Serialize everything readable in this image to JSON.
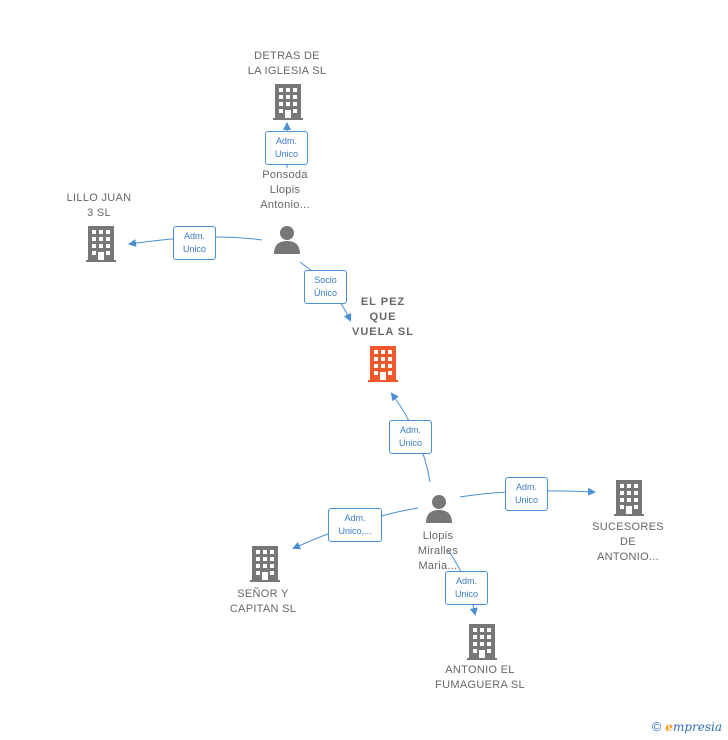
{
  "colors": {
    "edge": "#4a8fd4",
    "company": "#777777",
    "main_company": "#f05a2b",
    "person": "#777777"
  },
  "nodes": {
    "detras": {
      "lines": [
        "DETRAS DE",
        "LA IGLESIA SL"
      ],
      "icon": "building-icon"
    },
    "lillo": {
      "lines": [
        "LILLO JUAN",
        "3 SL"
      ],
      "icon": "building-icon"
    },
    "ponsoda": {
      "lines": [
        "Ponsoda",
        "Llopis",
        "Antonio..."
      ],
      "icon": "person-icon"
    },
    "elpez": {
      "lines": [
        "EL PEZ",
        "QUE",
        "VUELA SL"
      ],
      "icon": "building-icon"
    },
    "llopis": {
      "lines": [
        "Llopis",
        "Miralles",
        "Maria..."
      ],
      "icon": "person-icon"
    },
    "sucesores": {
      "lines": [
        "SUCESORES",
        "DE",
        "ANTONIO..."
      ],
      "icon": "building-icon"
    },
    "senor": {
      "lines": [
        "SEÑOR Y",
        "CAPITAN SL"
      ],
      "icon": "building-icon"
    },
    "fumaguera": {
      "lines": [
        "ANTONIO EL",
        "FUMAGUERA SL"
      ],
      "icon": "building-icon"
    }
  },
  "edges": {
    "e1": {
      "lines": [
        "Adm.",
        "Unico"
      ]
    },
    "e2": {
      "lines": [
        "Adm.",
        "Unico"
      ]
    },
    "e3": {
      "lines": [
        "Socio",
        "Único"
      ]
    },
    "e4": {
      "lines": [
        "Adm.",
        "Unico"
      ]
    },
    "e5": {
      "lines": [
        "Adm.",
        "Unico"
      ]
    },
    "e6": {
      "lines": [
        "Adm.",
        "Unico,..."
      ]
    },
    "e7": {
      "lines": [
        "Adm.",
        "Unico"
      ]
    }
  },
  "footer": {
    "copyright": "©",
    "brand_initial": "e",
    "brand_rest": "mpresia"
  }
}
